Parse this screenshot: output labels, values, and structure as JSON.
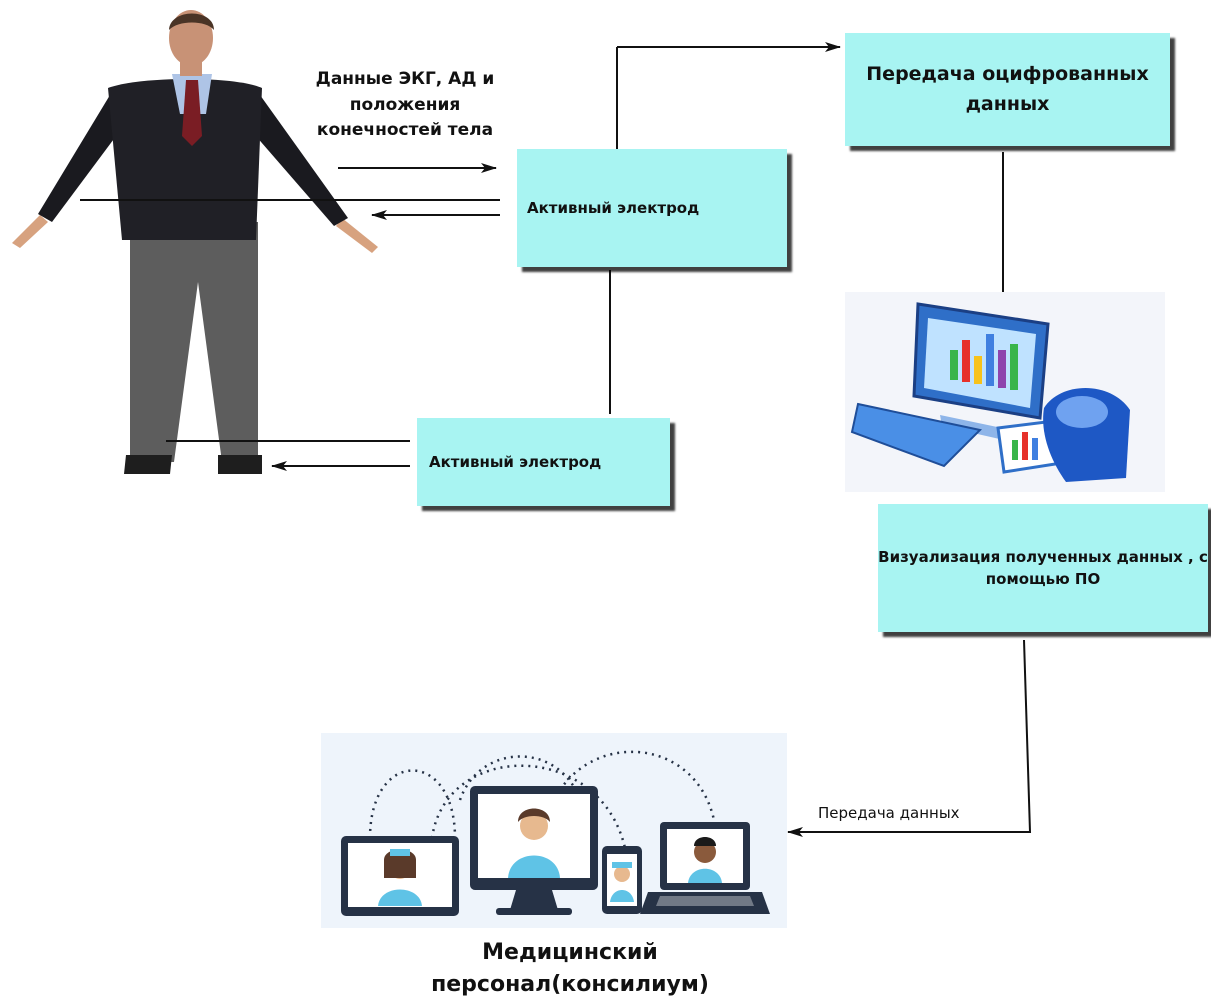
{
  "labels": {
    "data_kinds": "Данные ЭКГ, АД и положения конечностей тела",
    "electrode_top": "Активный электрод",
    "electrode_bottom": "Активный электрод",
    "digital_transfer": "Передача оцифрованных данных",
    "visualization": "Визуализация полученных данных , с помощью ПО",
    "data_transfer": "Передача данных",
    "medical_staff": "Медицинский персонал(консилиум)"
  },
  "colors": {
    "box_fill": "#a8f4f2",
    "line": "#111111",
    "background": "#ffffff"
  },
  "icons": [
    "person-figure",
    "computer-workstation-icon",
    "telemedicine-consultation-icon"
  ]
}
